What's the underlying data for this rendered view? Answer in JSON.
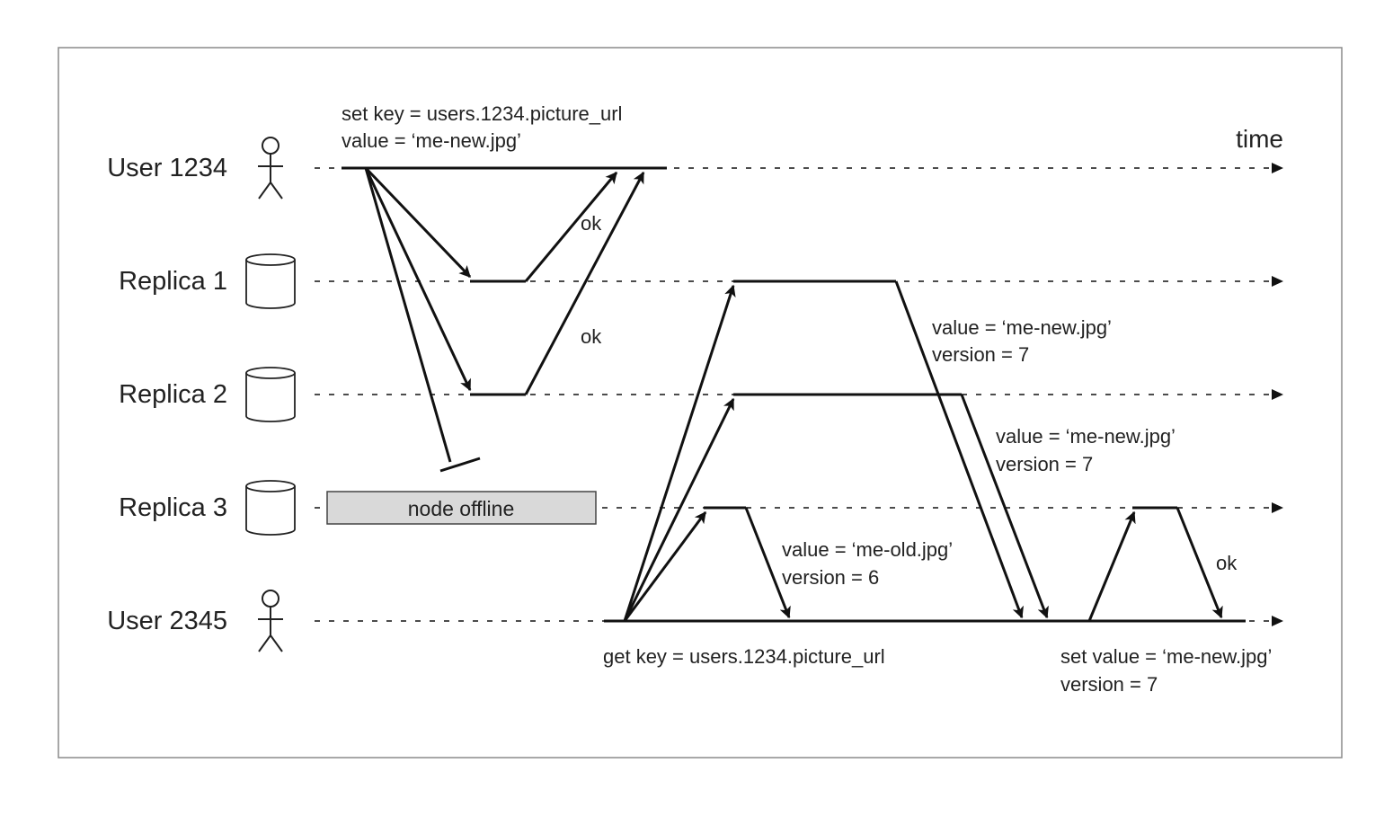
{
  "diagram": {
    "time_label": "time",
    "lanes": {
      "user1234": "User 1234",
      "replica1": "Replica 1",
      "replica2": "Replica 2",
      "replica3": "Replica 3",
      "user2345": "User 2345"
    },
    "write_request": {
      "line1": "set key = users.1234.picture_url",
      "line2": "value = ‘me-new.jpg’"
    },
    "ack_replica1": "ok",
    "ack_replica2": "ok",
    "node_offline": "node offline",
    "read_request": "get key = users.1234.picture_url",
    "read_response_replica1": {
      "line1": "value = ‘me-new.jpg’",
      "line2": "version = 7"
    },
    "read_response_replica2": {
      "line1": "value = ‘me-new.jpg’",
      "line2": "version = 7"
    },
    "read_response_replica3": {
      "line1": "value = ‘me-old.jpg’",
      "line2": "version = 6"
    },
    "read_repair": {
      "line1": "set value = ‘me-new.jpg’",
      "line2": "version = 7"
    },
    "ack_repair": "ok",
    "colors": {
      "stroke": "#111111",
      "frame": "#8a8a8a",
      "offline_fill": "#d9d9d9"
    }
  }
}
